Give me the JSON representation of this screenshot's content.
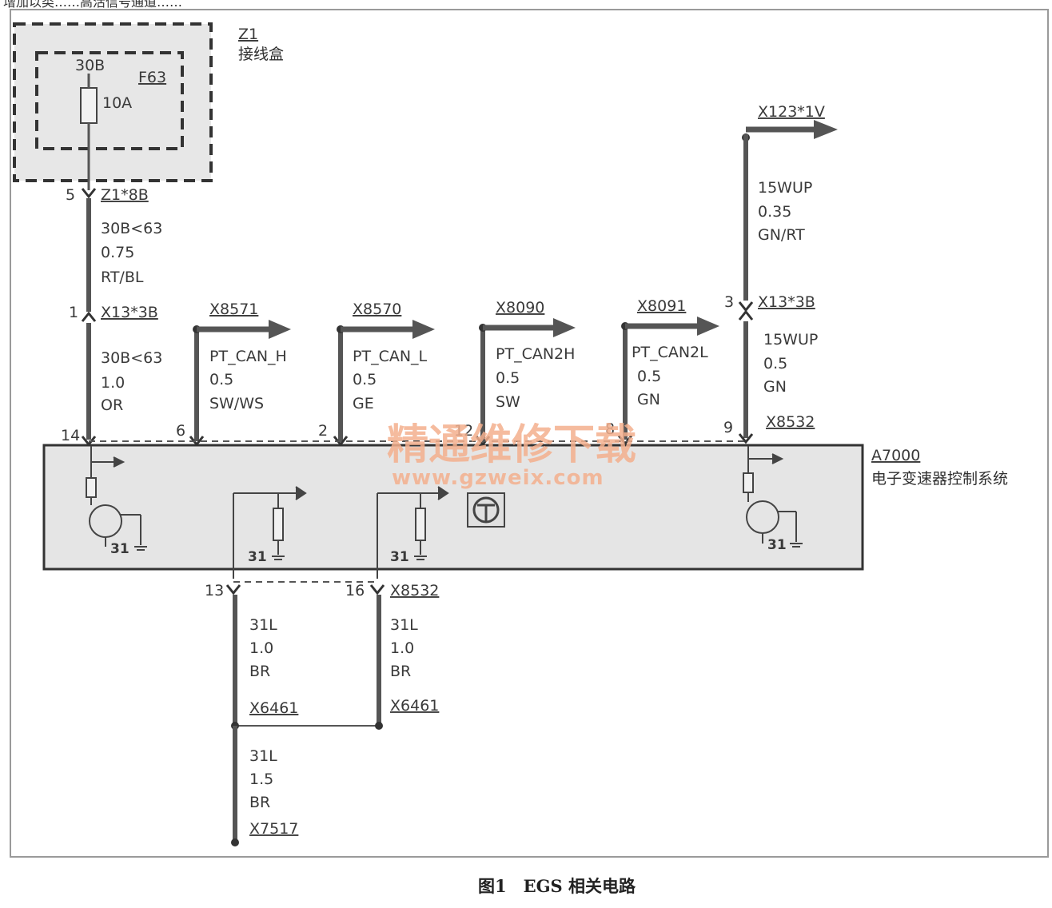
{
  "header_fragment": "增加以类……高活信号通道……",
  "z1": {
    "ref": "Z1",
    "name": "接线盒"
  },
  "fuse": {
    "terminal": "30B",
    "id": "F63",
    "rating": "10A"
  },
  "wires": {
    "fuse_out": {
      "pin": "5",
      "connector": "Z1*8B",
      "line1": "30B<63",
      "line2": "0.75",
      "line3": "RT/BL"
    },
    "x13_in": {
      "pin": "1",
      "connector": "X13*3B",
      "line1": "30B<63",
      "line2": "1.0",
      "line3": "OR"
    },
    "can_h": {
      "pin": "6",
      "connector": "X8571",
      "line1": "PT_CAN_H",
      "line2": "0.5",
      "line3": "SW/WS"
    },
    "can_l": {
      "pin": "2",
      "connector": "X8570",
      "line1": "PT_CAN_L",
      "line2": "0.5",
      "line3": "GE"
    },
    "can2h": {
      "pin": "12",
      "connector": "X8090",
      "line1": "PT_CAN2H",
      "line2": "0.5",
      "line3": "SW"
    },
    "can2l": {
      "pin": "8",
      "connector": "X8091",
      "line1": "PT_CAN2L",
      "line2": "0.5",
      "line3": "GN"
    },
    "wup_top": {
      "connector": "X123*1V",
      "line1": "15WUP",
      "line2": "0.35",
      "line3": "GN/RT"
    },
    "wup_mid": {
      "pin": "3",
      "connector": "X13*3B",
      "line1": "15WUP",
      "line2": "0.5",
      "line3": "GN"
    },
    "wup_pin": {
      "pin": "9",
      "connector": "X8532"
    },
    "gnd_a": {
      "pin": "13",
      "line1": "31L",
      "line2": "1.0",
      "line3": "BR",
      "splice": "X6461"
    },
    "gnd_b": {
      "pin": "16",
      "connector": "X8532",
      "line1": "31L",
      "line2": "1.0",
      "line3": "BR",
      "splice": "X6461"
    },
    "gnd_main": {
      "line1": "31L",
      "line2": "1.5",
      "line3": "BR",
      "connector": "X7517"
    }
  },
  "module": {
    "ref": "A7000",
    "name": "电子变速器控制系统",
    "ground": "31"
  },
  "watermark": {
    "line1": "精通维修下载",
    "line2": "www.gzweix.com"
  },
  "caption": "图1　EGS 相关电路"
}
